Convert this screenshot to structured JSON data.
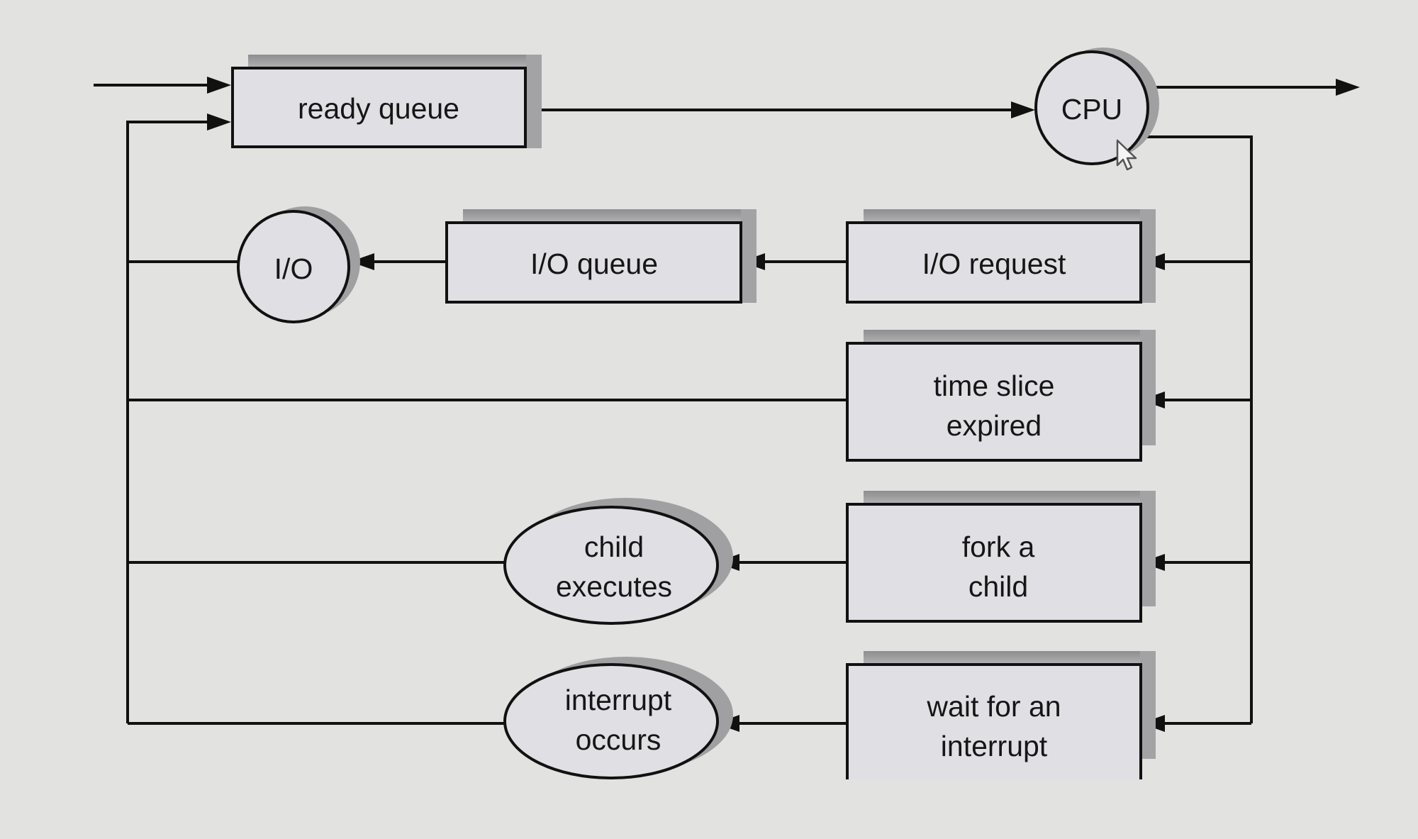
{
  "diagram": {
    "nodes": {
      "ready_queue": {
        "label": "ready queue"
      },
      "cpu": {
        "label": "CPU"
      },
      "io": {
        "label": "I/O"
      },
      "io_queue": {
        "label": "I/O queue"
      },
      "io_request": {
        "label": "I/O request"
      },
      "time_slice": {
        "label_line1": "time slice",
        "label_line2": "expired"
      },
      "child_executes": {
        "label_line1": "child",
        "label_line2": "executes"
      },
      "fork_child": {
        "label_line1": "fork a",
        "label_line2": "child"
      },
      "interrupt_occurs": {
        "label_line1": "interrupt",
        "label_line2": "occurs"
      },
      "wait_interrupt": {
        "label_line1": "wait for an",
        "label_line2": "interrupt"
      }
    },
    "colors": {
      "background": "#e2e2e0",
      "box_fill": "#e0dfe4",
      "shadow": "#9d9d9f",
      "stroke": "#111111"
    },
    "cursor": {
      "icon": "mouse-pointer-icon"
    }
  }
}
